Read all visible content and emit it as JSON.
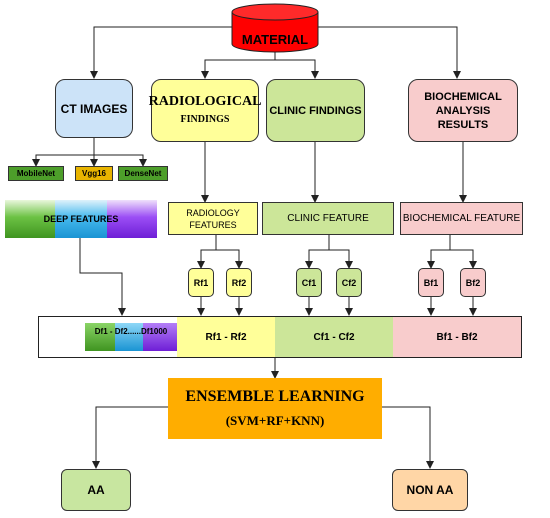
{
  "material": "MATERIAL",
  "sources": {
    "ct": "CT IMAGES",
    "radio_l1": "RADIOLOGICAL",
    "radio_l2": "FINDINGS",
    "clinic": "CLINIC FINDINGS",
    "bio_l1": "BIOCHEMICAL",
    "bio_l2": "ANALYSIS",
    "bio_l3": "RESULTS"
  },
  "models": [
    "MobileNet",
    "Vgg16",
    "DenseNet"
  ],
  "features": {
    "deep": "DEEP FEATURES",
    "radio_l1": "RADIOLOGY",
    "radio_l2": "FEATURES",
    "clinic": "CLINIC FEATURE",
    "bio": "BIOCHEMICAL FEATURE"
  },
  "sub_features": [
    "Rf1",
    "Rf2",
    "Cf1",
    "Cf2",
    "Bf1",
    "Bf2"
  ],
  "vector": {
    "df1": "Df1 - Df2",
    "df_mid": "......",
    "df3": "Df1000",
    "rf": "Rf1 - Rf2",
    "cf": "Cf1 - Cf2",
    "bf": "Bf1 - Bf2"
  },
  "ensemble": {
    "line1": "ENSEMBLE LEARNING",
    "line2": "(SVM+RF+KNN)"
  },
  "outputs": {
    "aa": "AA",
    "non_aa": "NON AA"
  },
  "colors": {
    "material_red": "#ff0000",
    "ct_blue": "#cce3f8",
    "radio_yellow": "#ffff99",
    "clinic_green": "#cce699",
    "bio_pink": "#f8cccc",
    "model_green": "#4d9e2a",
    "vgg_yellow": "#e8b400",
    "ensemble_orange": "#ffad00",
    "aa_green": "#c8e6a0",
    "nonaa_peach": "#ffd6a6"
  }
}
